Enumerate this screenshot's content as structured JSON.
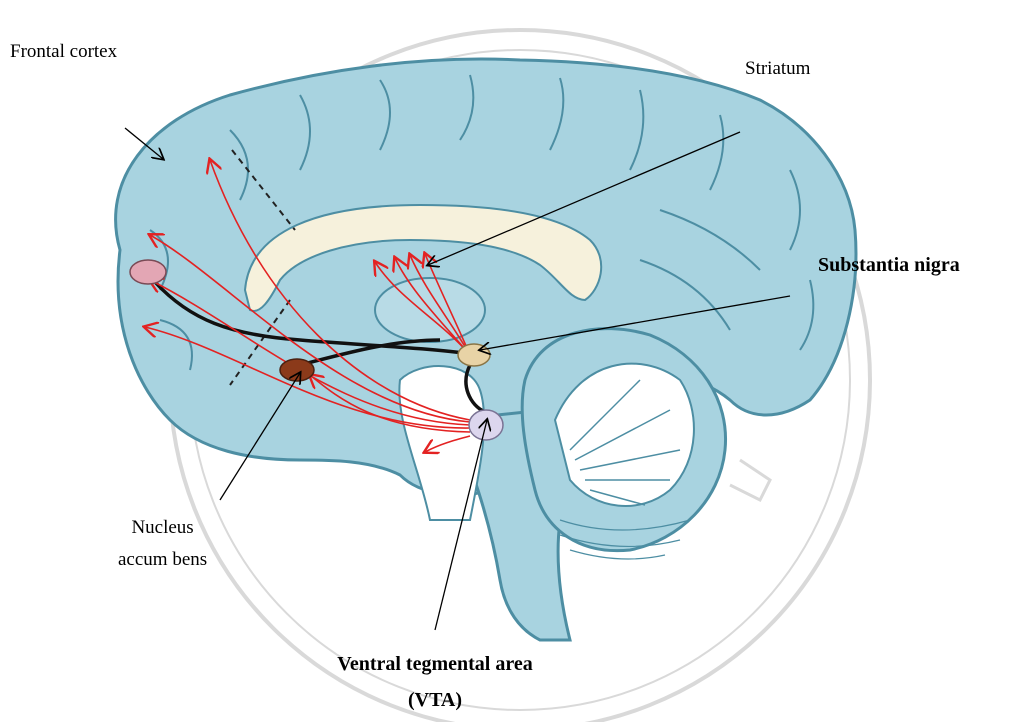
{
  "labels": {
    "frontal_cortex": "Frontal cortex",
    "striatum": "Striatum",
    "substantia_nigra": "Substantia nigra",
    "nucleus_accumbens_line1": "Nucleus",
    "nucleus_accumbens_line2": "accum bens",
    "vta_line1": "Ventral tegmental area",
    "vta_line2": "(VTA)"
  },
  "colors": {
    "brain_fill": "#a8d3e0",
    "brain_outline": "#4d8ea3",
    "pathway_red": "#e32222",
    "pathway_black": "#111111",
    "nucleus_accumbens": "#8b3a1a",
    "substantia_nigra_nucleus": "#e8d3a6",
    "vta_nucleus": "#dcd6ee",
    "frontal_nucleus": "#e3a6b4",
    "watermark": "#d6d6d6"
  }
}
